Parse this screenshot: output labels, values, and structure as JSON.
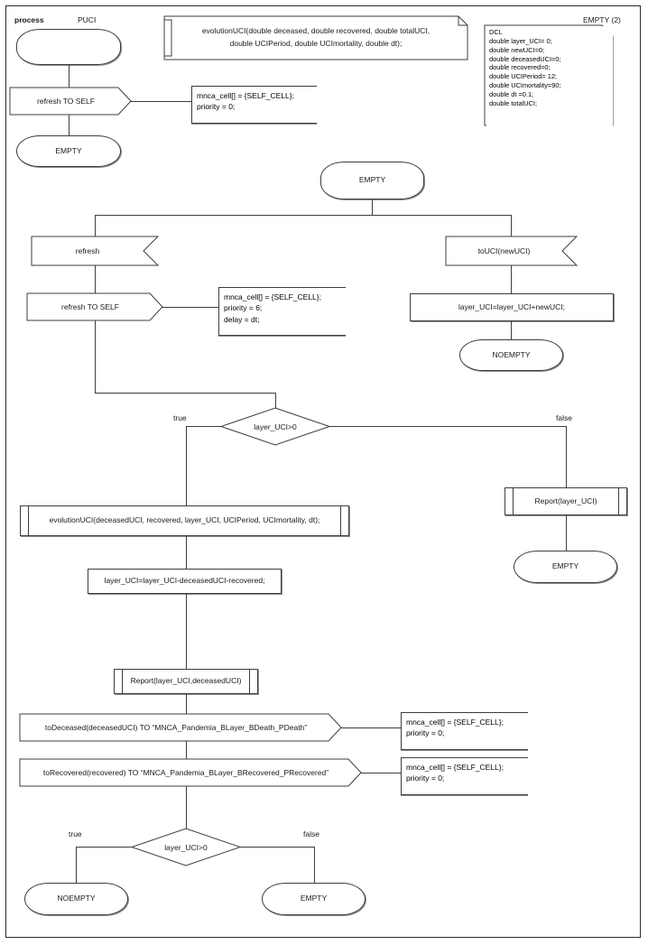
{
  "diagram": {
    "kind": "SDL process diagram",
    "header": {
      "keyword": "process",
      "name": "PUCI"
    },
    "page_label": "EMPTY (2)"
  },
  "procedure_declaration": {
    "text": "evolutionUCI(double deceased, double recovered, double totalUCI,\ndouble UCIPeriod, double UCImortality, double dt);"
  },
  "dcl_note": {
    "text": "DCL\ndouble layer_UCI= 0;\ndouble newUCI=0;\ndouble deceasedUCI=0;\ndouble recovered=0;\ndouble UCIPeriod= 12;\ndouble UCImortality=90;\ndouble dt =0.1;\ndouble totalUCI;"
  },
  "start_branch": {
    "start_state_label": "",
    "output_refresh_self": "refresh TO SELF",
    "output_comment": "mnca_cell[] = {SELF_CELL};\npriority = 0;",
    "next_state": "EMPTY"
  },
  "empty_state": {
    "label": "EMPTY"
  },
  "refresh_branch": {
    "input": "refresh",
    "output": "refresh TO SELF",
    "comment": "mnca_cell[] = {SELF_CELL};\npriority = 6;\ndelay = dt;"
  },
  "touci_branch": {
    "input": "toUCI(newUCI)",
    "task": "layer_UCI=layer_UCI+newUCI;",
    "next_state": "NOEMPTY"
  },
  "decision_top": {
    "condition": "layer_UCI>0",
    "true_label": "true",
    "false_label": "false"
  },
  "true_path": {
    "procedure_call": "evolutionUCI(deceasedUCI, recovered, layer_UCI, UCIPeriod, UCImortality, dt);",
    "task": "layer_UCI=layer_UCI-deceasedUCI-recovered;",
    "report_call": "Report(layer_UCI,deceasedUCI)",
    "output_deceased": "toDeceased(deceasedUCI) TO “MNCA_Pandemia_BLayer_BDeath_PDeath”",
    "output_deceased_comment": "mnca_cell[] = {SELF_CELL};\npriority = 0;",
    "output_recovered": "toRecovered(recovered) TO “MNCA_Pandemia_BLayer_BRecovered_PRecovered”",
    "output_recovered_comment": "mnca_cell[] = {SELF_CELL};\npriority = 0;"
  },
  "false_path": {
    "report_call": "Report(layer_UCI)",
    "next_state": "EMPTY"
  },
  "decision_bottom": {
    "condition": "layer_UCI>0",
    "true_label": "true",
    "false_label": "false",
    "true_state": "NOEMPTY",
    "false_state": "EMPTY"
  },
  "colors": {
    "stroke": "#3d3d3d",
    "text": "#1a1a1a",
    "background": "#ffffff",
    "shadow": "#8f8f8f"
  }
}
